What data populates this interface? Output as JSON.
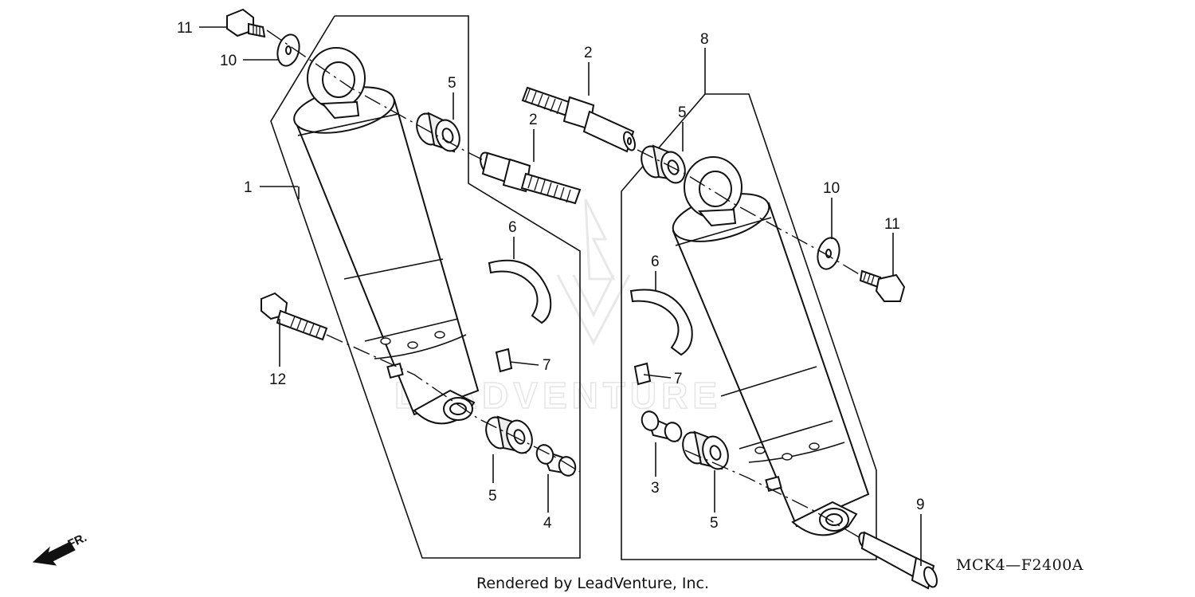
{
  "diagram": {
    "diagram_code": "MCK4—F2400A",
    "credit": "Rendered by LeadVenture, Inc.",
    "watermark": "LEADVENTURE",
    "front_marker": "FR.",
    "callouts": {
      "p1": "1",
      "p2a": "2",
      "p2b": "2",
      "p3": "3",
      "p4": "4",
      "p5a": "5",
      "p5b": "5",
      "p5c": "5",
      "p5d": "5",
      "p6a": "6",
      "p6b": "6",
      "p7a": "7",
      "p7b": "7",
      "p8": "8",
      "p9": "9",
      "p10a": "10",
      "p10b": "10",
      "p11a": "11",
      "p11b": "11",
      "p12": "12"
    }
  }
}
